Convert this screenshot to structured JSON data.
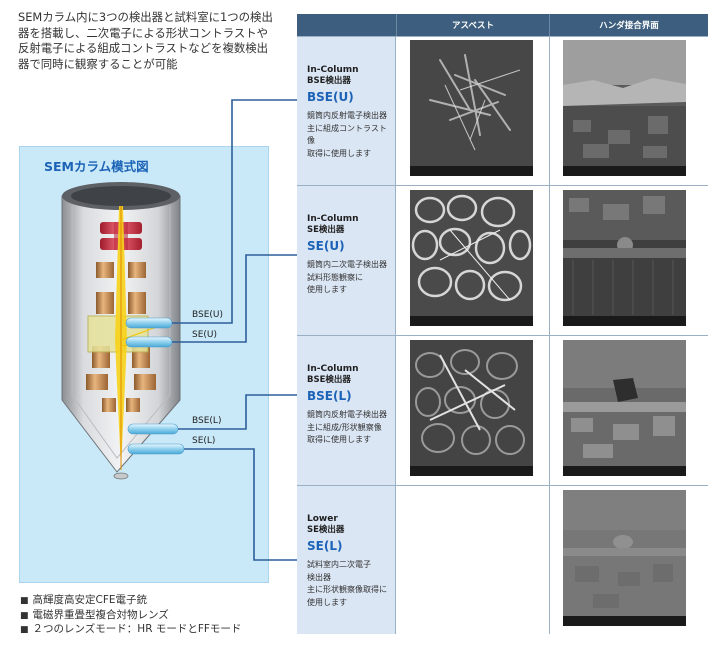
{
  "intro_lines": [
    "SEMカラム内に3つの検出器と試料室に1つの検出",
    "器を搭載し、二次電子による形状コントラストや",
    "反射電子による組成コントラストなどを複数検出",
    "器で同時に観察することが可能"
  ],
  "column": {
    "title": "SEMカラム模式図",
    "ports": [
      "BSE(U)",
      "SE(U)",
      "BSE(L)",
      "SE(L)"
    ]
  },
  "features": {
    "bullet": "■",
    "items": [
      "高輝度高安定CFE電子銃",
      "電磁界重畳型複合対物レンズ",
      "２つのレンズモード：HR モードとFFモード"
    ]
  },
  "table": {
    "headers": [
      "アスベスト",
      "ハンダ接合界面"
    ],
    "rows": [
      {
        "line1": "In-Column",
        "line2": "BSE検出器",
        "code": "BSE(U)",
        "desc": [
          "鏡筒内反射電子検出器",
          "主に組成コントラスト像",
          "取得に使用します"
        ]
      },
      {
        "line1": "In-Column",
        "line2": "SE検出器",
        "code": "SE(U)",
        "desc": [
          "鏡筒内二次電子検出器",
          "試料形態観察に",
          "使用します"
        ]
      },
      {
        "line1": "In-Column",
        "line2": "BSE検出器",
        "code": "BSE(L)",
        "desc": [
          "鏡筒内反射電子検出器",
          "主に組成/形状観察像",
          "取得に使用します"
        ]
      },
      {
        "line1": "Lower",
        "line2": "SE検出器",
        "code": "SE(L)",
        "desc": [
          "試料室内二次電子",
          "検出器",
          "主に形状観察像取得に",
          "使用します"
        ]
      }
    ]
  },
  "colors": {
    "accent_blue": "#1c63b7",
    "header_bg": "#3d5e7e",
    "row_label_bg": "#dbe6f4",
    "panel_bg": "#c9e9f8",
    "connector_line": "#2d5f9a"
  }
}
